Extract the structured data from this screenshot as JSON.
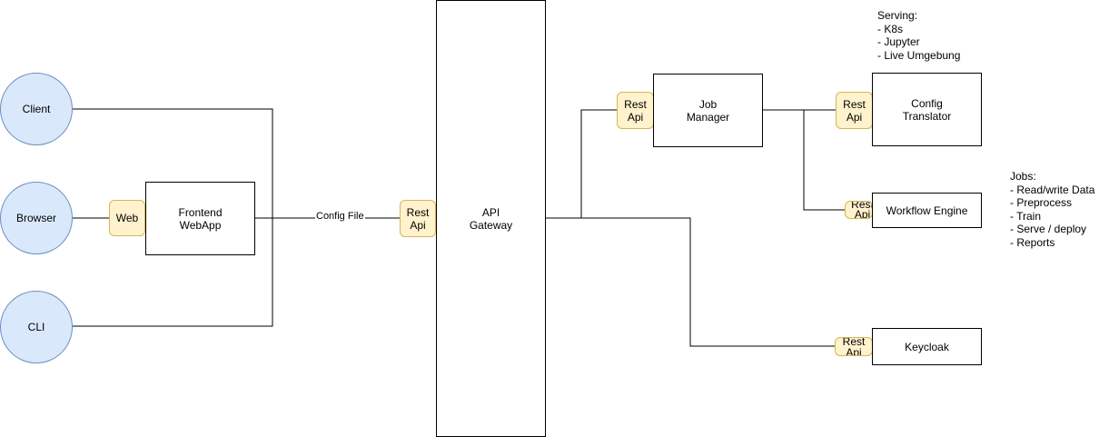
{
  "colors": {
    "circle_fill": "#dae8fc",
    "circle_stroke": "#6c8ebf",
    "port_fill": "#fff2cc",
    "port_stroke": "#d6b656",
    "box_stroke": "#000000",
    "line": "#000000"
  },
  "clients": {
    "client": "Client",
    "browser": "Browser",
    "cli": "CLI"
  },
  "frontend": {
    "port": "Web",
    "label_line1": "Frontend",
    "label_line2": "WebApp"
  },
  "edge": {
    "config_file": "Config File"
  },
  "gateway": {
    "port_line1": "Rest",
    "port_line2": "Api",
    "label_line1": "API",
    "label_line2": "Gateway"
  },
  "job_manager": {
    "port_line1": "Rest",
    "port_line2": "Api",
    "label_line1": "Job",
    "label_line2": "Manager"
  },
  "config_translator": {
    "port_line1": "Rest",
    "port_line2": "Api",
    "label_line1": "Config",
    "label_line2": "Translator"
  },
  "workflow_engine": {
    "port_line1": "Rest",
    "port_line2": "Api",
    "label": "Workflow Engine"
  },
  "keycloak": {
    "port_line1": "Rest",
    "port_line2": "Api",
    "label": "Keycloak"
  },
  "serving_note": {
    "title": "Serving:",
    "items": [
      "- K8s",
      "- Jupyter",
      "- Live Umgebung"
    ]
  },
  "jobs_note": {
    "title": "Jobs:",
    "items": [
      "- Read/write Data",
      "- Preprocess",
      "- Train",
      "- Serve / deploy",
      "- Reports"
    ]
  }
}
